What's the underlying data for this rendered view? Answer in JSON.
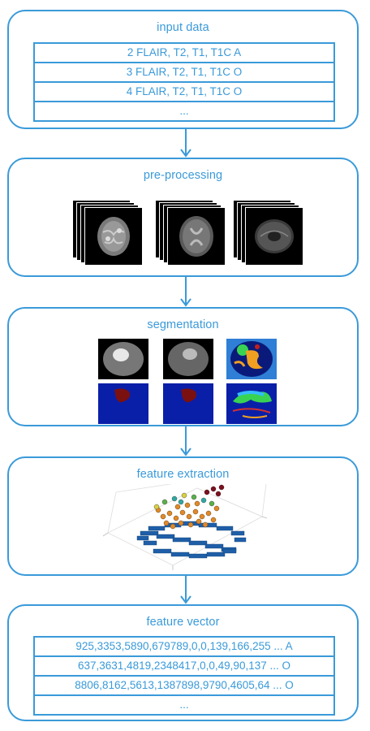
{
  "stages": {
    "input": {
      "title": "input data",
      "rows": [
        "2 FLAIR, T2, T1, T1C A",
        "3 FLAIR, T2, T1, T1C O",
        "4 FLAIR, T2, T1, T1C O",
        "..."
      ]
    },
    "preprocessing": {
      "title": "pre-processing"
    },
    "segmentation": {
      "title": "segmentation"
    },
    "features": {
      "title": "feature extraction"
    },
    "vector": {
      "title": "feature vector",
      "rows": [
        "925,3353,5890,679789,0,0,139,166,255 ... A",
        "637,3631,4819,2348417,0,0,49,90,137 ... O",
        "8806,8162,5613,1387898,9790,4605,64 ... O",
        "..."
      ]
    }
  },
  "colors": {
    "accent": "#3a9ad9"
  }
}
